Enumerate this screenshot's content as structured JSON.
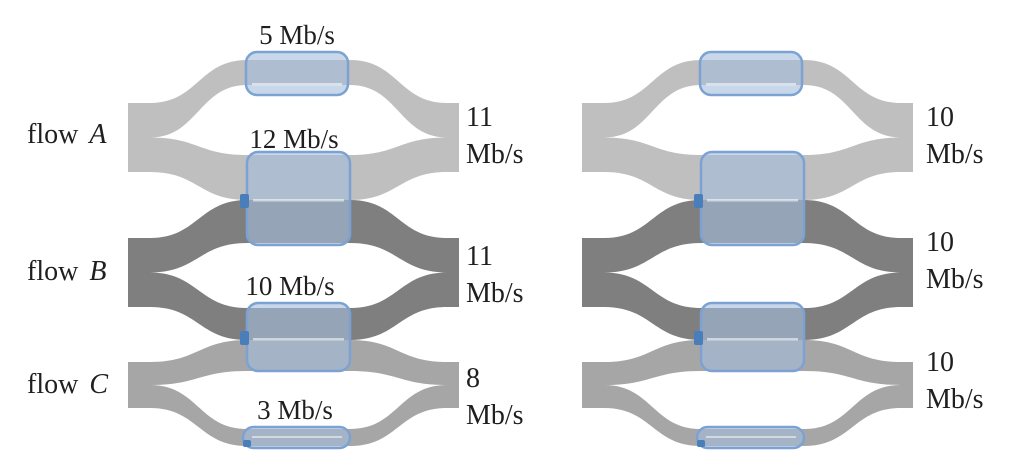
{
  "diagram": {
    "title": "multipath-flow-allocation-figure",
    "left": {
      "flows": [
        {
          "label": "flow",
          "name": "A",
          "output_value": "11",
          "output_unit": "Mb/s"
        },
        {
          "label": "flow",
          "name": "B",
          "output_value": "11",
          "output_unit": "Mb/s"
        },
        {
          "label": "flow",
          "name": "C",
          "output_value": "8",
          "output_unit": "Mb/s"
        }
      ],
      "links": [
        {
          "capacity": "5 Mb/s"
        },
        {
          "capacity": "12 Mb/s"
        },
        {
          "capacity": "10 Mb/s"
        },
        {
          "capacity": "3 Mb/s"
        }
      ]
    },
    "right": {
      "flows": [
        {
          "output_value": "10",
          "output_unit": "Mb/s"
        },
        {
          "output_value": "10",
          "output_unit": "Mb/s"
        },
        {
          "output_value": "10",
          "output_unit": "Mb/s"
        }
      ]
    },
    "colors": {
      "flow_a": "#bfbfbf",
      "flow_b": "#7f7f7f",
      "flow_c": "#a6a6a6",
      "link_fill": "rgba(164,188,218,0.6)",
      "link_border": "#7ca2d4",
      "link_tab": "#4a7ebb",
      "text": "#1f1f1f"
    }
  }
}
